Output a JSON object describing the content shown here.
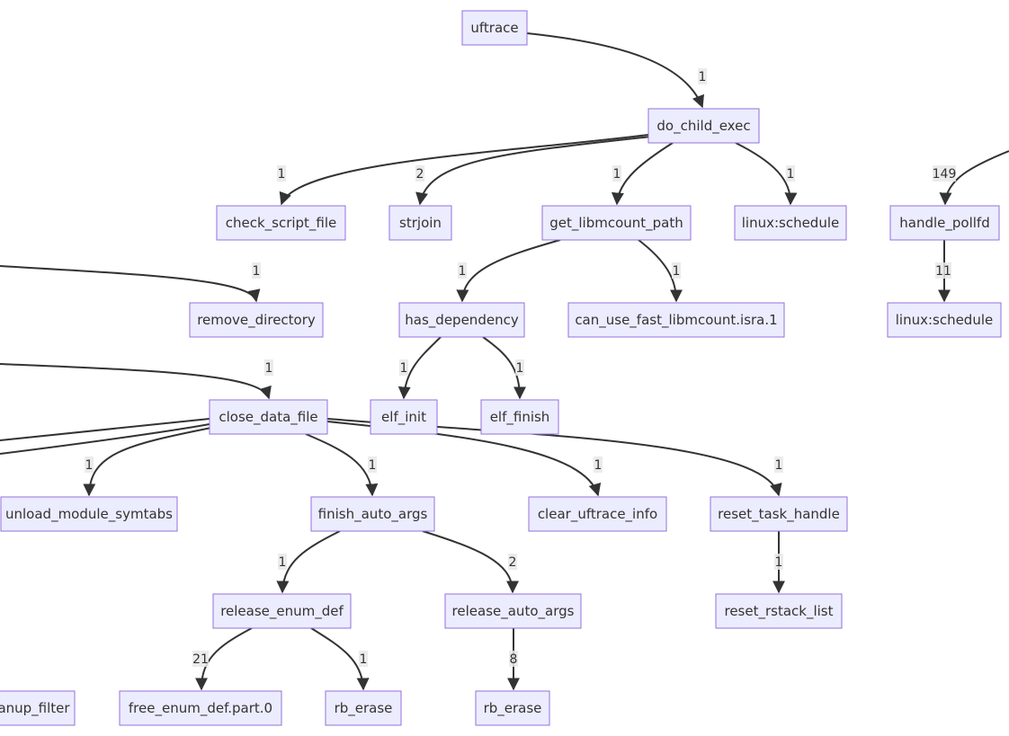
{
  "nodes": [
    {
      "id": "uftrace",
      "label": "uftrace"
    },
    {
      "id": "do_child_exec",
      "label": "do_child_exec"
    },
    {
      "id": "check_script_file",
      "label": "check_script_file"
    },
    {
      "id": "strjoin",
      "label": "strjoin"
    },
    {
      "id": "get_libmcount_path",
      "label": "get_libmcount_path"
    },
    {
      "id": "linux_schedule_1",
      "label": "linux:schedule"
    },
    {
      "id": "handle_pollfd",
      "label": "handle_pollfd"
    },
    {
      "id": "remove_directory",
      "label": "remove_directory"
    },
    {
      "id": "has_dependency",
      "label": "has_dependency"
    },
    {
      "id": "can_use_fast_libmcount",
      "label": "can_use_fast_libmcount.isra.1"
    },
    {
      "id": "linux_schedule_2",
      "label": "linux:schedule"
    },
    {
      "id": "close_data_file",
      "label": "close_data_file"
    },
    {
      "id": "elf_init",
      "label": "elf_init"
    },
    {
      "id": "elf_finish",
      "label": "elf_finish"
    },
    {
      "id": "unload_module_symtabs",
      "label": "unload_module_symtabs"
    },
    {
      "id": "finish_auto_args",
      "label": "finish_auto_args"
    },
    {
      "id": "clear_uftrace_info",
      "label": "clear_uftrace_info"
    },
    {
      "id": "reset_task_handle",
      "label": "reset_task_handle"
    },
    {
      "id": "release_enum_def",
      "label": "release_enum_def"
    },
    {
      "id": "release_auto_args",
      "label": "release_auto_args"
    },
    {
      "id": "reset_rstack_list",
      "label": "reset_rstack_list"
    },
    {
      "id": "cleanup_filter_partial",
      "label": "anup_filter"
    },
    {
      "id": "free_enum_def",
      "label": "free_enum_def.part.0"
    },
    {
      "id": "rb_erase_1",
      "label": "rb_erase"
    },
    {
      "id": "rb_erase_2",
      "label": "rb_erase"
    }
  ],
  "edges": [
    {
      "from": "uftrace",
      "to": "do_child_exec",
      "label": "1"
    },
    {
      "from": "do_child_exec",
      "to": "check_script_file",
      "label": "1"
    },
    {
      "from": "do_child_exec",
      "to": "strjoin",
      "label": "2"
    },
    {
      "from": "do_child_exec",
      "to": "get_libmcount_path",
      "label": "1"
    },
    {
      "from": "do_child_exec",
      "to": "linux_schedule_1",
      "label": "1"
    },
    {
      "from": "offscreen_right",
      "to": "handle_pollfd",
      "label": "149"
    },
    {
      "from": "offscreen_left",
      "to": "remove_directory",
      "label": "1"
    },
    {
      "from": "get_libmcount_path",
      "to": "has_dependency",
      "label": "1"
    },
    {
      "from": "get_libmcount_path",
      "to": "can_use_fast_libmcount",
      "label": "1"
    },
    {
      "from": "handle_pollfd",
      "to": "linux_schedule_2",
      "label": "11"
    },
    {
      "from": "offscreen_left",
      "to": "close_data_file",
      "label": "1"
    },
    {
      "from": "has_dependency",
      "to": "elf_init",
      "label": "1"
    },
    {
      "from": "has_dependency",
      "to": "elf_finish",
      "label": "1"
    },
    {
      "from": "close_data_file",
      "to": "unload_module_symtabs",
      "label": "1"
    },
    {
      "from": "close_data_file",
      "to": "finish_auto_args",
      "label": "1"
    },
    {
      "from": "close_data_file",
      "to": "clear_uftrace_info",
      "label": "1"
    },
    {
      "from": "close_data_file",
      "to": "reset_task_handle",
      "label": "1"
    },
    {
      "from": "finish_auto_args",
      "to": "release_enum_def",
      "label": "1"
    },
    {
      "from": "finish_auto_args",
      "to": "release_auto_args",
      "label": "2"
    },
    {
      "from": "reset_task_handle",
      "to": "reset_rstack_list",
      "label": "1"
    },
    {
      "from": "release_enum_def",
      "to": "free_enum_def",
      "label": "21"
    },
    {
      "from": "release_enum_def",
      "to": "rb_erase_1",
      "label": "1"
    },
    {
      "from": "release_auto_args",
      "to": "rb_erase_2",
      "label": "8"
    }
  ],
  "colors": {
    "node_fill": "#ececff",
    "node_stroke": "#9370db",
    "edge": "#333333",
    "label_bg": "#e8e8e8",
    "text": "#333333"
  }
}
